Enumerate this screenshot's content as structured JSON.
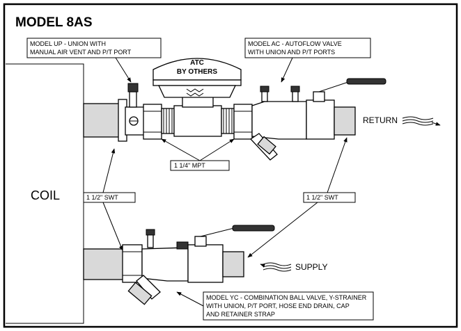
{
  "title": "MODEL 8AS",
  "coil_label": "COIL",
  "return_label": "RETURN",
  "supply_label": "SUPPLY",
  "atc": {
    "line1": "ATC",
    "line2": "BY OTHERS"
  },
  "callouts": {
    "model_up": {
      "line1": "MODEL UP - UNION WITH",
      "line2": "MANUAL AIR VENT AND P/T PORT"
    },
    "model_ac": {
      "line1": "MODEL AC - AUTOFLOW VALVE",
      "line2": "WITH UNION AND P/T PORTS"
    },
    "mpt": "1 1/4\" MPT",
    "swt_left": "1 1/2\" SWT",
    "swt_right": "1 1/2\" SWT",
    "model_yc": {
      "line1": "MODEL YC - COMBINATION BALL VALVE, Y-STRAINER",
      "line2": "WITH UNION, P/T PORT, HOSE END DRAIN, CAP",
      "line3": "AND RETAINER STRAP"
    }
  }
}
